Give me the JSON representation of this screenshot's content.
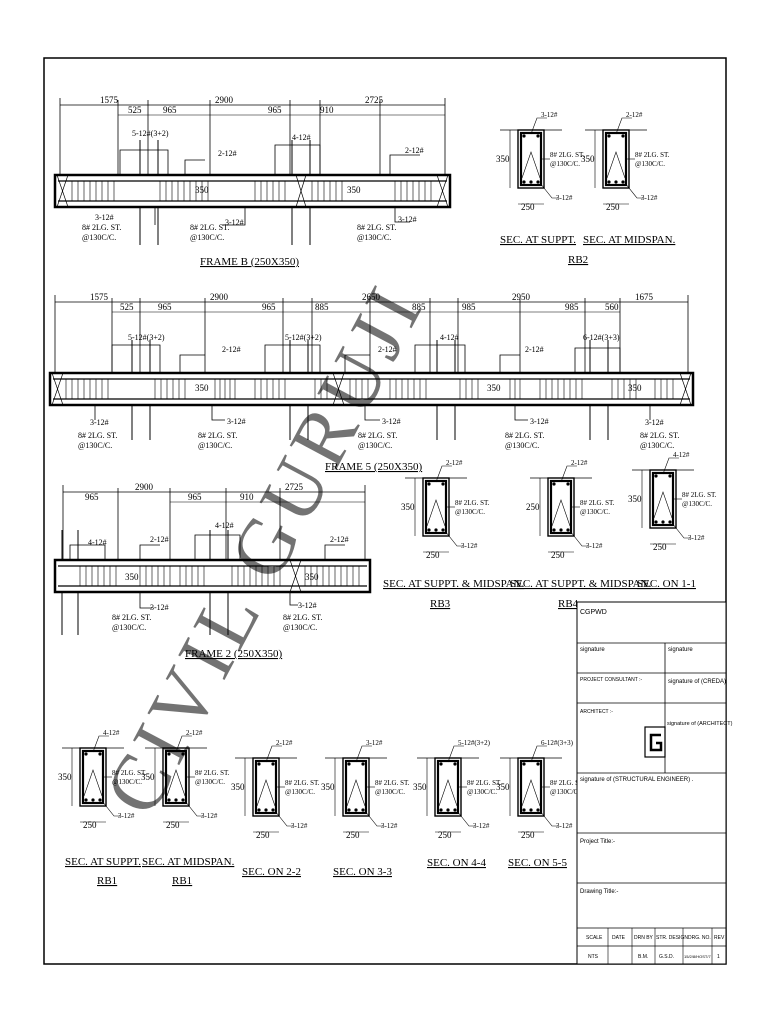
{
  "watermark": "CIVIL GURUJI",
  "frame_b": {
    "title": "FRAME B (250X350)",
    "dims": [
      "1575",
      "525",
      "965",
      "2900",
      "965",
      "910",
      "2725"
    ],
    "bar_top_1": "5-12#(3+2)",
    "bar_top_2": "4-12#",
    "bar_top_3": "2-12#",
    "bar_top_4": "2-12#",
    "depth": "350",
    "depth_2": "350",
    "bar_bot_1": "3-12#",
    "bar_bot_2": "3-12#",
    "bar_bot_3": "3-12#",
    "stir_1a": "8# 2LG. ST.",
    "stir_1b": "@130C/C.",
    "stir_2a": "8# 2LG. ST.",
    "stir_2b": "@130C/C.",
    "stir_3a": "8# 2LG. ST.",
    "stir_3b": "@130C/C."
  },
  "frame_5": {
    "title": "FRAME 5 (250X350)",
    "dims": [
      "1575",
      "525",
      "965",
      "2900",
      "965",
      "885",
      "2650",
      "885",
      "985",
      "2950",
      "985",
      "560",
      "1675"
    ],
    "bar_top_1": "5-12#(3+2)",
    "bar_top_2": "2-12#",
    "bar_top_3": "5-12#(3+2)",
    "bar_top_4": "2-12#",
    "bar_top_5": "4-12#",
    "bar_top_6": "2-12#",
    "bar_top_7": "6-12#(3+3)",
    "depth_1": "350",
    "depth_2": "350",
    "depth_3": "350",
    "bar_bot_1": "3-12#",
    "bar_bot_2": "3-12#",
    "bar_bot_3": "3-12#",
    "bar_bot_4": "3-12#",
    "bar_bot_5": "3-12#",
    "stir_1a": "8# 2LG. ST.",
    "stir_1b": "@130C/C.",
    "stir_2a": "8# 2LG. ST.",
    "stir_2b": "@130C/C.",
    "stir_3a": "8# 2LG. ST.",
    "stir_3b": "@130C/C.",
    "stir_4a": "8# 2LG. ST.",
    "stir_4b": "@130C/C.",
    "stir_5a": "8# 2LG. ST.",
    "stir_5b": "@130C/C."
  },
  "frame_2": {
    "title": "FRAME 2 (250X350)",
    "dims": [
      "965",
      "2900",
      "965",
      "910",
      "2725"
    ],
    "bar_top_1": "4-12#",
    "bar_top_2": "2-12#",
    "bar_top_3": "4-12#",
    "bar_top_4": "2-12#",
    "depth_1": "350",
    "depth_2": "350",
    "bar_bot_1": "3-12#",
    "bar_bot_2": "3-12#",
    "stir_1a": "8# 2LG. ST.",
    "stir_1b": "@130C/C.",
    "stir_2a": "8# 2LG. ST.",
    "stir_2b": "@130C/C."
  },
  "sections": {
    "rb2_suppt": {
      "caption": "SEC. AT SUPPT.",
      "top": "3-12#",
      "bot": "3-12#",
      "depth": "350",
      "width": "250",
      "stir_a": "8# 2LG. ST.",
      "stir_b": "@130C/C."
    },
    "rb2_mid": {
      "caption": "SEC. AT MIDSPAN.",
      "top": "2-12#",
      "bot": "3-12#",
      "depth": "350",
      "width": "250",
      "stir_a": "8# 2LG. ST.",
      "stir_b": "@130C/C."
    },
    "rb2_label": "RB2",
    "rb3": {
      "caption": "SEC. AT SUPPT. & MIDSPAN.",
      "sub": "RB3",
      "top": "2-12#",
      "bot": "3-12#",
      "depth": "350",
      "width": "250",
      "stir_a": "8# 2LG. ST.",
      "stir_b": "@130C/C."
    },
    "rb4": {
      "caption": "SEC. AT SUPPT. & MIDSPAN.",
      "sub": "RB4",
      "top": "2-12#",
      "bot": "3-12#",
      "depth": "250",
      "width": "250",
      "stir_a": "8# 2LG. ST.",
      "stir_b": "@130C/C."
    },
    "sec11": {
      "caption": "SEC. ON 1-1",
      "top": "4-12#",
      "bot": "3-12#",
      "depth": "350",
      "width": "250",
      "stir_a": "8# 2LG. ST.",
      "stir_b": "@130C/C."
    },
    "rb1_suppt": {
      "caption": "SEC. AT SUPPT.",
      "sub": "RB1",
      "top": "4-12#",
      "bot": "3-12#",
      "depth": "350",
      "width": "250",
      "stir_a": "8# 2LG. ST.",
      "stir_b": "@130C/C."
    },
    "rb1_mid": {
      "caption": "SEC. AT MIDSPAN.",
      "sub": "RB1",
      "top": "2-12#",
      "bot": "3-12#",
      "depth": "350",
      "width": "250",
      "stir_a": "8# 2LG. ST.",
      "stir_b": "@130C/C."
    },
    "sec22": {
      "caption": "SEC. ON 2-2",
      "top": "2-12#",
      "bot": "3-12#",
      "depth": "350",
      "width": "250",
      "stir_a": "8# 2LG. ST.",
      "stir_b": "@130C/C."
    },
    "sec33": {
      "caption": "SEC. ON 3-3",
      "top": "3-12#",
      "bot": "3-12#",
      "depth": "350",
      "width": "250",
      "stir_a": "8# 2LG. ST.",
      "stir_b": "@130C/C."
    },
    "sec44": {
      "caption": "SEC. ON 4-4",
      "top": "5-12#(3+2)",
      "bot": "3-12#",
      "depth": "350",
      "width": "250",
      "stir_a": "8# 2LG. ST.",
      "stir_b": "@130C/C."
    },
    "sec55": {
      "caption": "SEC. ON 5-5",
      "top": "6-12#(3+3)",
      "bot": "3-12#",
      "depth": "350",
      "width": "250",
      "stir_a": "8# 2LG. ST.",
      "stir_b": "@130C/C."
    }
  },
  "title_block": {
    "client": "CGPWD",
    "sig1": "signature",
    "sig2": "signature",
    "consultant": "PROJECT CONSULTANT :-",
    "sig_creda": "signature of (CREDA)",
    "architect": "ARCHITECT :-",
    "sig_architect": "signature of (ARCHITECT)",
    "sig_struct": "signature of (STRUCTURAL ENGINEER) .",
    "project_title": "Project Title:-",
    "drawing_title": "Drawing Title:-",
    "col_scale": "SCALE",
    "col_date": "DATE",
    "col_drn": "DRN BY",
    "col_str": "STR. DESIGN",
    "col_drg": "DRG. NO.",
    "col_rev": "REV",
    "val_scale": "NTS",
    "val_date": "",
    "val_drn": "B.M.",
    "val_str": "G.S.D.",
    "val_drg": "15/2/8/HOST/7",
    "val_rev": "1"
  }
}
